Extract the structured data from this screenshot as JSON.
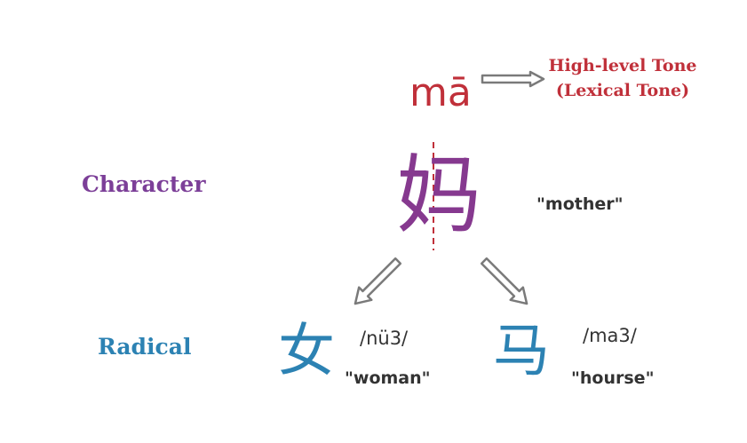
{
  "pinyin": "mā",
  "tone": {
    "line1": "High-level Tone",
    "line2": "(Lexical Tone)"
  },
  "labels": {
    "character": "Character",
    "radical": "Radical"
  },
  "character": {
    "glyph": "妈",
    "gloss": "\"mother\""
  },
  "radicals": [
    {
      "glyph": "女",
      "pronunciation": "/nü3/",
      "gloss": "\"woman\""
    },
    {
      "glyph": "马",
      "pronunciation": "/ma3/",
      "gloss": "\"hourse\""
    }
  ],
  "colors": {
    "pinyin_red": "#c0303a",
    "character_purple": "#86398f",
    "label_purple": "#7c3f98",
    "radical_blue": "#2c82b3",
    "arrow_gray": "#7a7a7a"
  }
}
